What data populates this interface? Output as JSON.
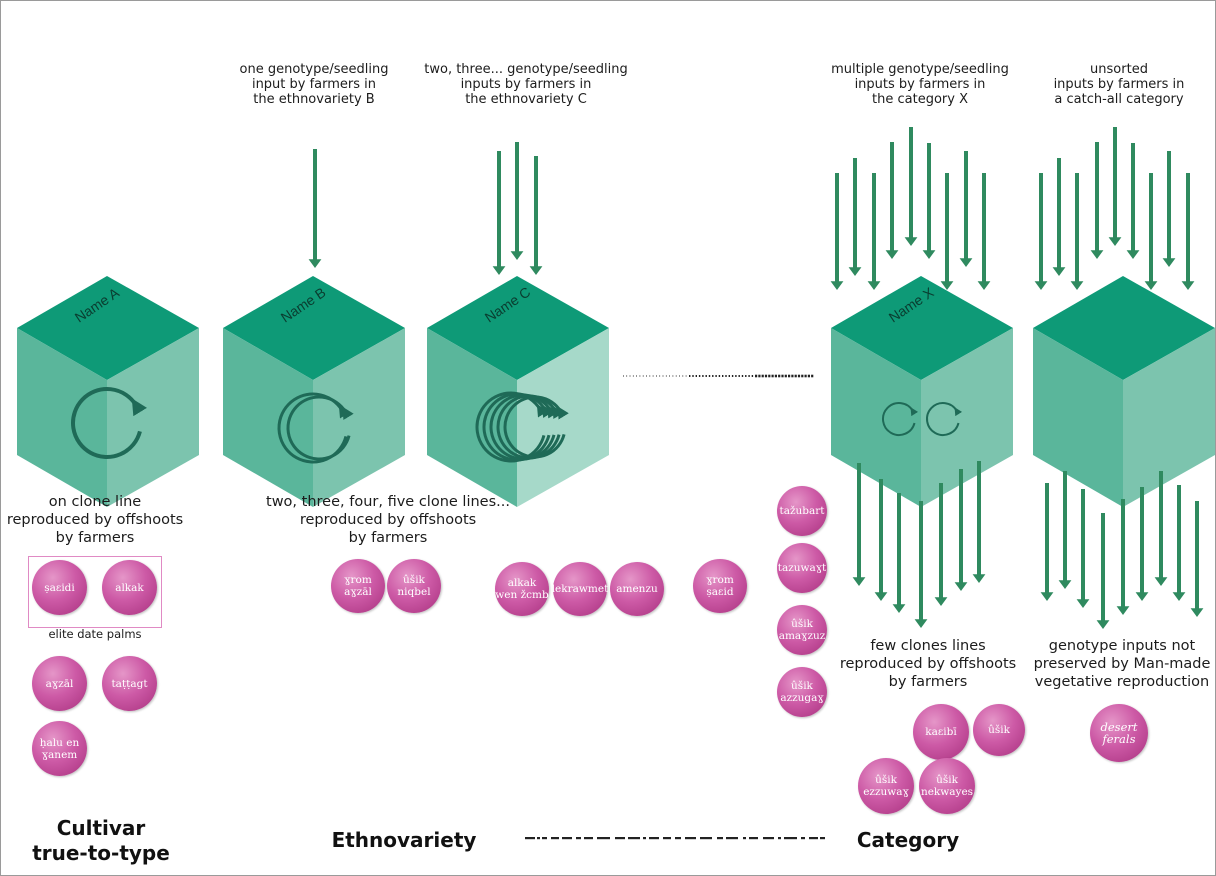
{
  "colors": {
    "cube_top": "#0e9a77",
    "cube_left": "#5ab69b",
    "cube_right": "#7cc4ae",
    "arrow": "#2f8a5f",
    "ball": "#c4529c"
  },
  "cubes": [
    {
      "id": "a",
      "name": "Name A",
      "inputs": 0,
      "cycles": "single"
    },
    {
      "id": "b",
      "name": "Name B",
      "inputs": 1,
      "cycles": "double"
    },
    {
      "id": "c",
      "name": "Name C",
      "inputs": 3,
      "cycles": "multi"
    },
    {
      "id": "x",
      "name": "Name X",
      "inputs": 9,
      "cycles": "pair"
    },
    {
      "id": "u",
      "name": "",
      "inputs": 9,
      "cycles": "none"
    }
  ],
  "labels": {
    "input_b": "one genotype/seedling\ninput by farmers in\nthe ethnovariety B",
    "input_c": "two, three... genotype/seedling\ninputs by farmers in\nthe ethnovariety C",
    "input_x": "multiple genotype/seedling\ninputs by farmers in\nthe category X",
    "input_u": "unsorted\ninputs by farmers in\na catch-all category",
    "clone_a": "on clone line\nreproduced by offshoots\nby farmers",
    "clone_bc": "two, three, four, five clone lines...\nreproduced by offshoots\nby farmers",
    "clone_x": "few clones lines\nreproduced by offshoots\nby farmers",
    "clone_u": "genotype inputs not\npreserved by Man-made\nvegetative reproduction",
    "elite": "elite date palms"
  },
  "headings": {
    "cultivar": "Cultivar\ntrue-to-type",
    "ethnovariety": "Ethnovariety",
    "category": "Category"
  },
  "varieties": {
    "elite": [
      "ṣaɛidi",
      "alkak"
    ],
    "cultivar_other": [
      "aɣzāl",
      "taṭṭagt",
      "ḥalu en\nɣanem"
    ],
    "ethnovariety_b": [
      "ɣrom\naɣzāl",
      "ûšik\nniqbel"
    ],
    "ethnovariety_c": [
      "alkak\nwen žcmb",
      "lekrawmet",
      "amenzu"
    ],
    "ethnovariety_other": [
      "ɣrom\nṣaɛid"
    ],
    "category_column": [
      "tažubart",
      "tazuwaɣt",
      "ûšik\namaɣzuz",
      "ûšik\nazzugaɣ"
    ],
    "category_x": [
      "kaɛibī",
      "ûšik",
      "ûšik\nezzuwaɣ",
      "ûšik\nnekwayes"
    ],
    "catch_all": [
      "desert\nferals"
    ]
  }
}
